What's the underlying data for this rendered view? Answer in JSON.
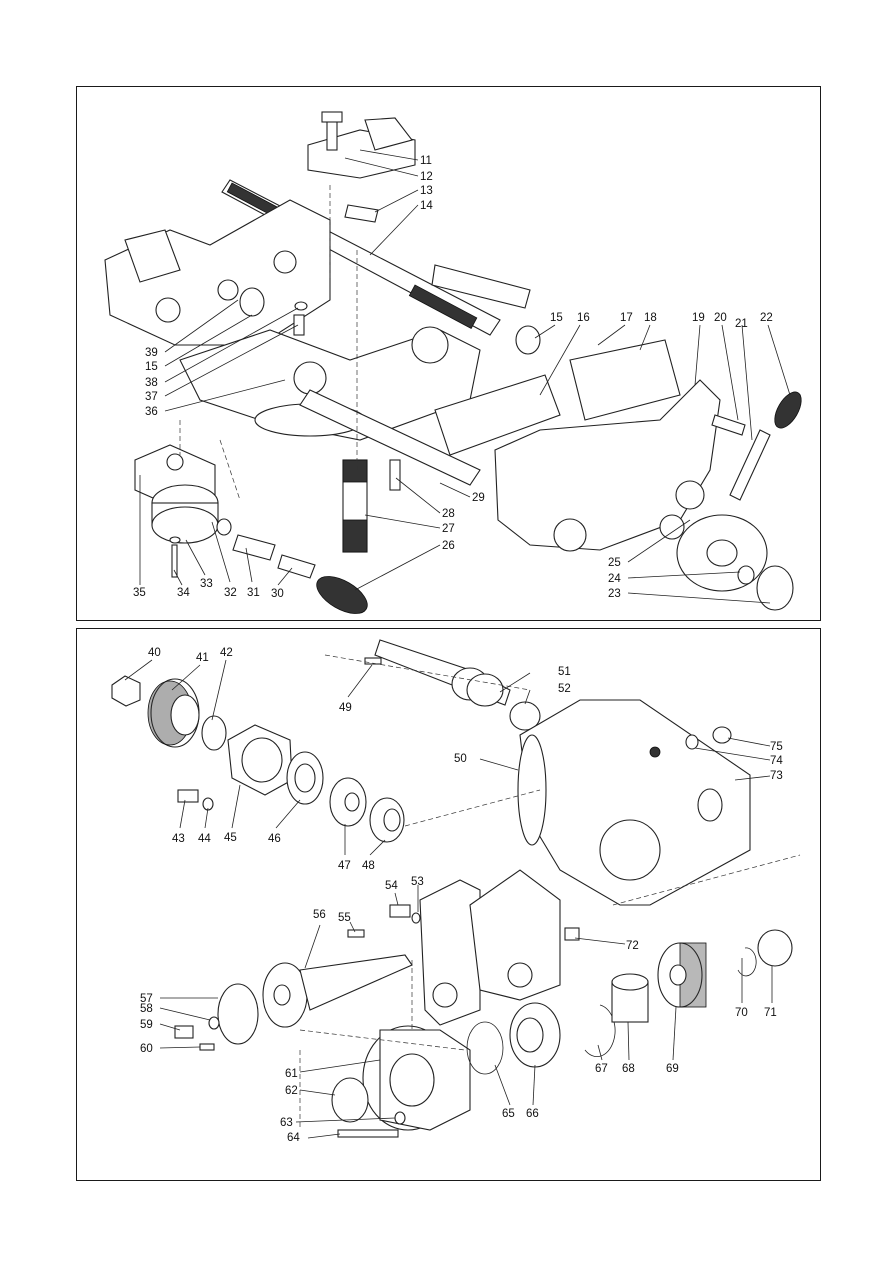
{
  "top_callouts": [
    "11",
    "12",
    "13",
    "14",
    "15",
    "16",
    "17",
    "18",
    "19",
    "20",
    "21",
    "22",
    "39",
    "15",
    "38",
    "37",
    "36",
    "29",
    "28",
    "27",
    "26",
    "25",
    "24",
    "23",
    "35",
    "34",
    "33",
    "32",
    "31",
    "30"
  ],
  "bottom_callouts": [
    "40",
    "41",
    "42",
    "51",
    "52",
    "49",
    "75",
    "74",
    "73",
    "50",
    "43",
    "44",
    "45",
    "46",
    "47",
    "48",
    "54",
    "53",
    "56",
    "55",
    "72",
    "57",
    "58",
    "59",
    "60",
    "70",
    "71",
    "61",
    "62",
    "63",
    "64",
    "65",
    "66",
    "67",
    "68",
    "69"
  ]
}
